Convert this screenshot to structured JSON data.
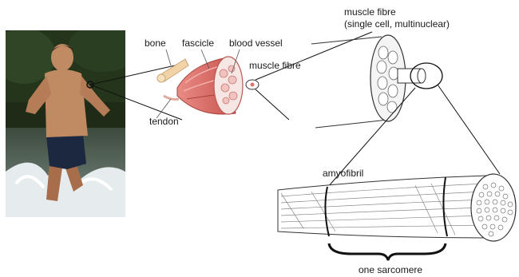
{
  "labels": {
    "bone": "bone",
    "fascicle": "fascicle",
    "blood_vessel": "blood vessel",
    "muscle_fibre_small": "muscle fibre",
    "tendon": "tendon",
    "muscle_fibre_title": "muscle fibre",
    "muscle_fibre_subtitle": "(single cell, multinuclear)",
    "myofibril": "amyofibril",
    "sarcomere": "one sarcomere"
  },
  "photo": {
    "subject": "runner-in-water-photo"
  },
  "colors": {
    "muscle": "#e0726d",
    "muscle_dark": "#c24f4b",
    "bone": "#f2d3a8",
    "line": "#222222",
    "water": "#dfe8ec",
    "skin": "#b9805a",
    "trees": "#1f2b17"
  }
}
